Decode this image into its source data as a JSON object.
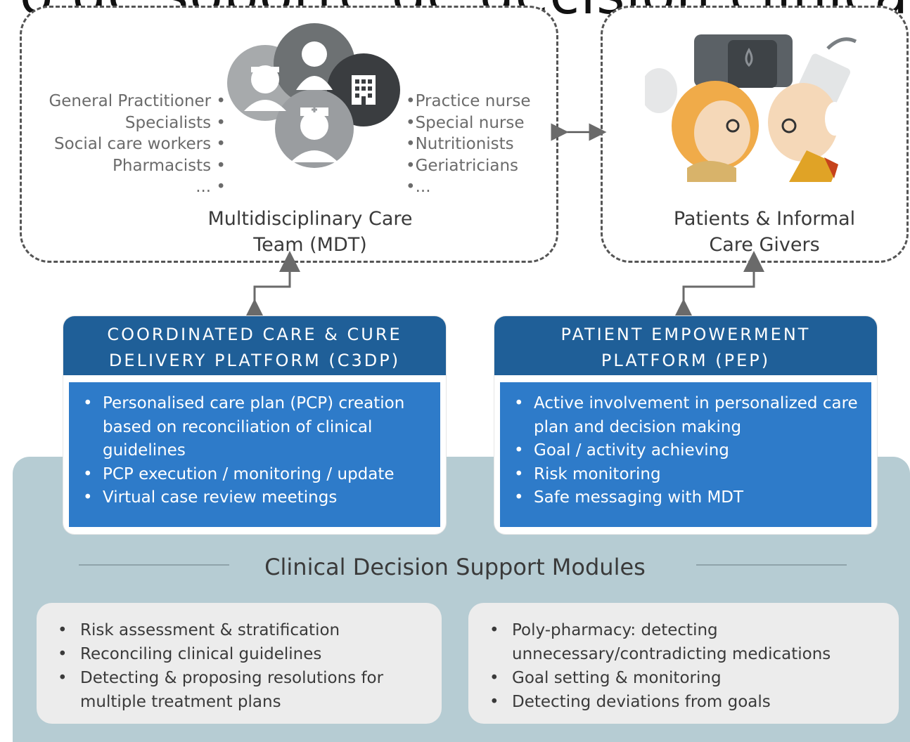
{
  "header": {
    "title": "o de soporte de decisión clínica"
  },
  "mdt": {
    "roles_left": [
      "General Practitioner •",
      "Specialists •",
      "Social care workers •",
      "Pharmacists •",
      "... •"
    ],
    "roles_right": [
      "•Practice nurse",
      "•Special nurse",
      "•Nutritionists",
      "•Geriatricians",
      "•..."
    ],
    "label_line1": "Multidisciplinary Care",
    "label_line2": "Team (MDT)"
  },
  "patients": {
    "label_line1": "Patients & Informal",
    "label_line2": "Care Givers"
  },
  "c3dp": {
    "title_line1": "COORDINATED CARE & CURE",
    "title_line2": "DELIVERY PLATFORM (C3DP)",
    "items": [
      "Personalised care plan (PCP) creation based on reconciliation of clinical guidelines",
      "PCP execution / monitoring / update",
      "Virtual case review meetings"
    ]
  },
  "pep": {
    "title_line1": "PATIENT EMPOWERMENT",
    "title_line2": "PLATFORM (PEP)",
    "items": [
      "Active involvement in personalized care plan and decision making",
      "Goal / activity achieving",
      "Risk monitoring",
      "Safe messaging with MDT"
    ]
  },
  "cdsm": {
    "title": "Clinical Decision Support Modules",
    "left_items": [
      "Risk assessment & stratification",
      "Reconciling clinical guidelines",
      "Detecting & proposing resolutions for multiple treatment plans"
    ],
    "right_items": [
      "Poly-pharmacy: detecting unnecessary/contradicting medications",
      "Goal setting & monitoring",
      "Detecting deviations from goals"
    ]
  },
  "colors": {
    "header_blue": "#1f5f98",
    "body_blue": "#2e7bc9",
    "panel_teal": "#b6ccd3",
    "module_grey": "#ececec"
  }
}
